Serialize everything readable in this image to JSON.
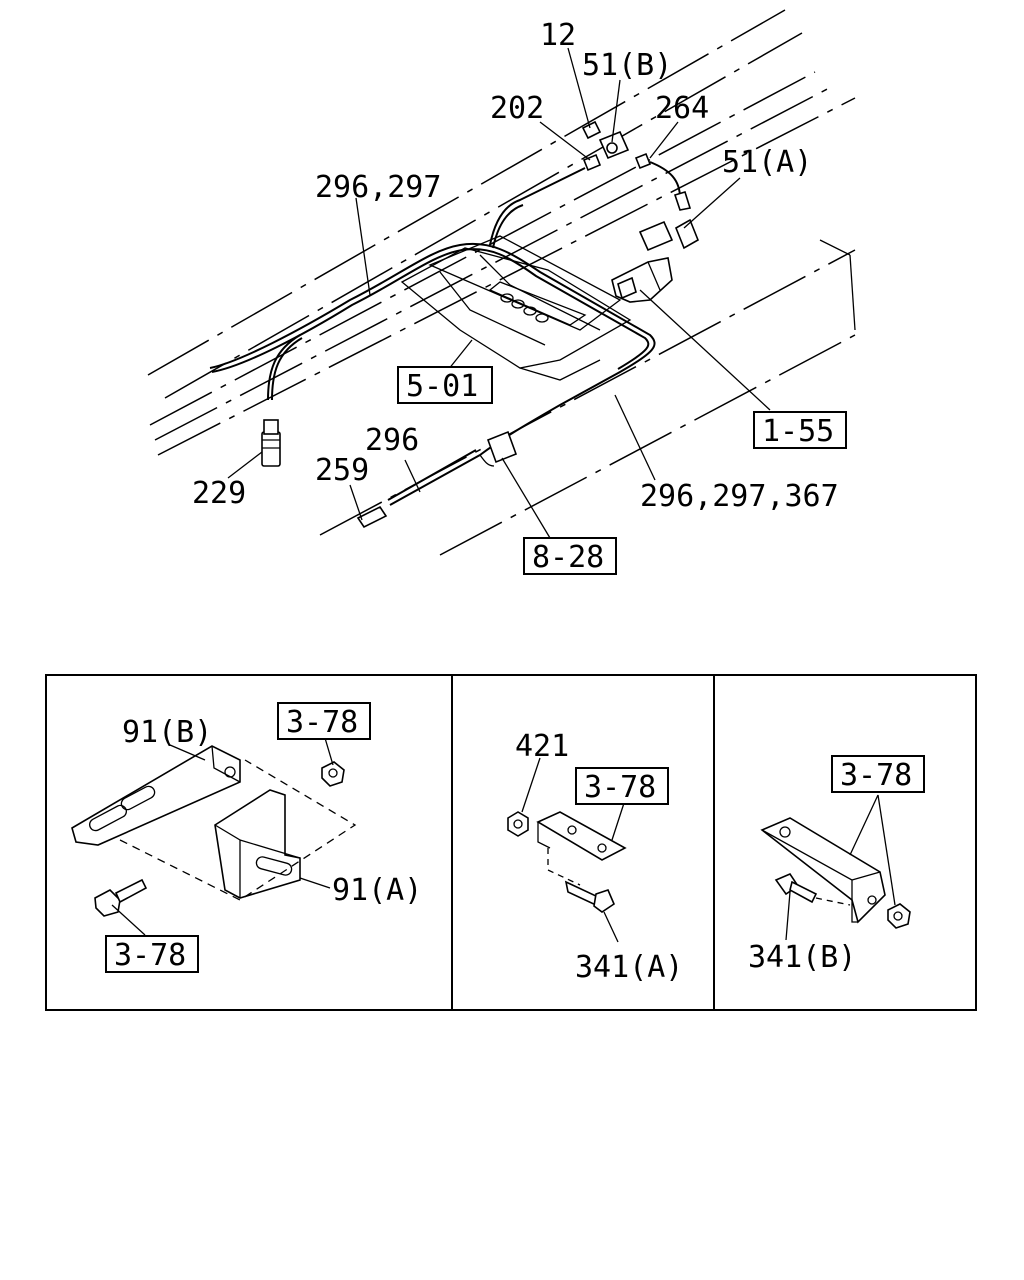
{
  "callouts": {
    "c12": "12",
    "c51b": "51(B)",
    "c202": "202",
    "c264": "264",
    "c51a": "51(A)",
    "c296_297": "296,297",
    "c5_01": "5-01",
    "c1_55": "1-55",
    "c296": "296",
    "c259": "259",
    "c229": "229",
    "c296_297_367": "296,297,367",
    "c8_28": "8-28"
  },
  "detail_panels": {
    "left": {
      "c91b": "91(B)",
      "c3_78_top": "3-78",
      "c91a": "91(A)",
      "c3_78_bottom": "3-78"
    },
    "middle": {
      "c421": "421",
      "c3_78": "3-78",
      "c341a": "341(A)"
    },
    "right": {
      "c3_78": "3-78",
      "c341b": "341(B)"
    }
  }
}
